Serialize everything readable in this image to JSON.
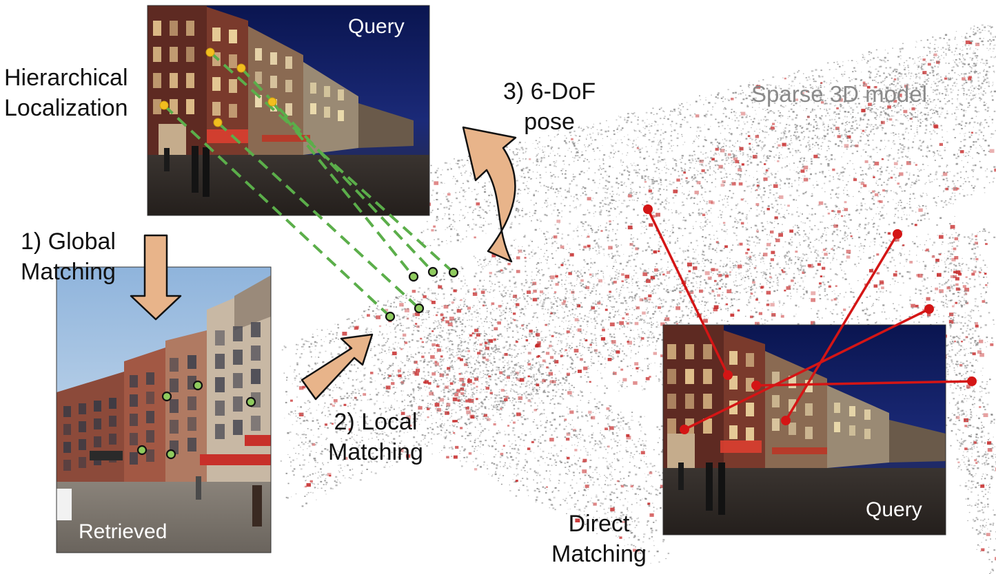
{
  "labels": {
    "hierarchical": [
      "Hierarchical",
      "Localization"
    ],
    "global_matching": [
      "1) Global",
      "Matching"
    ],
    "local_matching": [
      "2) Local",
      "Matching"
    ],
    "pose": [
      "3) 6-DoF",
      "pose"
    ],
    "direct_matching": [
      "Direct",
      "Matching"
    ],
    "sparse_model": "Sparse 3D model",
    "query_top": "Query",
    "query_bottom": "Query",
    "retrieved": "Retrieved"
  },
  "colors": {
    "arrow_fill": "#E8B48A",
    "arrow_stroke": "#111111",
    "local_match_lines": "#5BAE4A",
    "query_keypoints": "#F2BE1F",
    "model_points": "#6DB94A",
    "direct_match_lines": "#D41515",
    "point_cloud_gray": "#8C8C8C",
    "point_cloud_red": "#C62828"
  },
  "icons": [
    "down-arrow-icon",
    "up-right-arrow-icon",
    "curved-arrow-icon"
  ]
}
